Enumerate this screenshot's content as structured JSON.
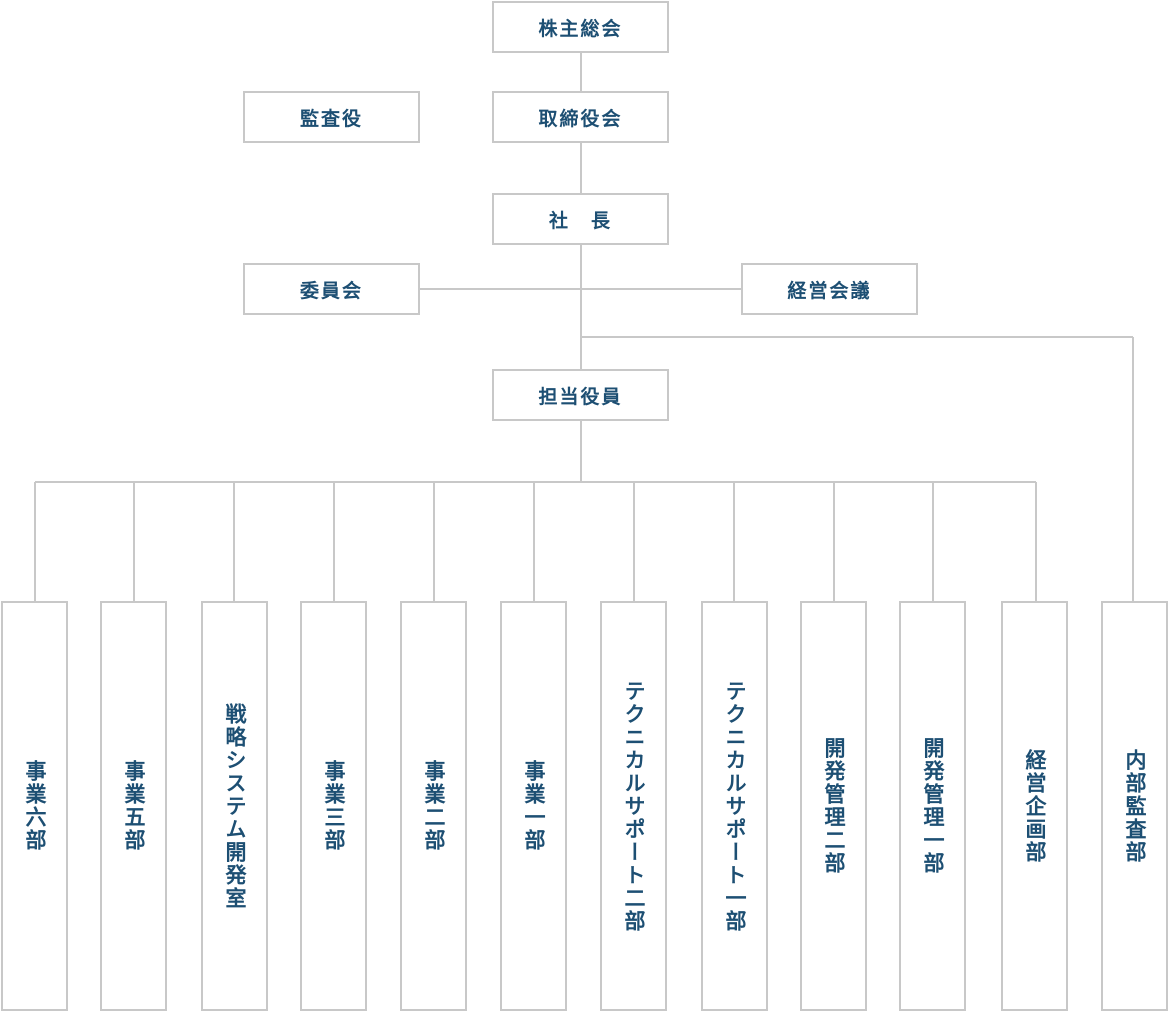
{
  "line_color": "#c8c8c8",
  "text_color": "#1d4f73",
  "top_boxes": {
    "shareholders": "株主総会",
    "auditor": "監査役",
    "board": "取締役会",
    "president": "社　長",
    "committee": "委員会",
    "management_meeting": "経営会議",
    "officer": "担当役員"
  },
  "departments": [
    "事業六部",
    "事業五部",
    "戦略システム開発室",
    "事業三部",
    "事業二部",
    "事業一部",
    "テクニカルサポート二部",
    "テクニカルサポート一部",
    "開発管理二部",
    "開発管理一部",
    "経営企画部",
    "内部監査部"
  ]
}
